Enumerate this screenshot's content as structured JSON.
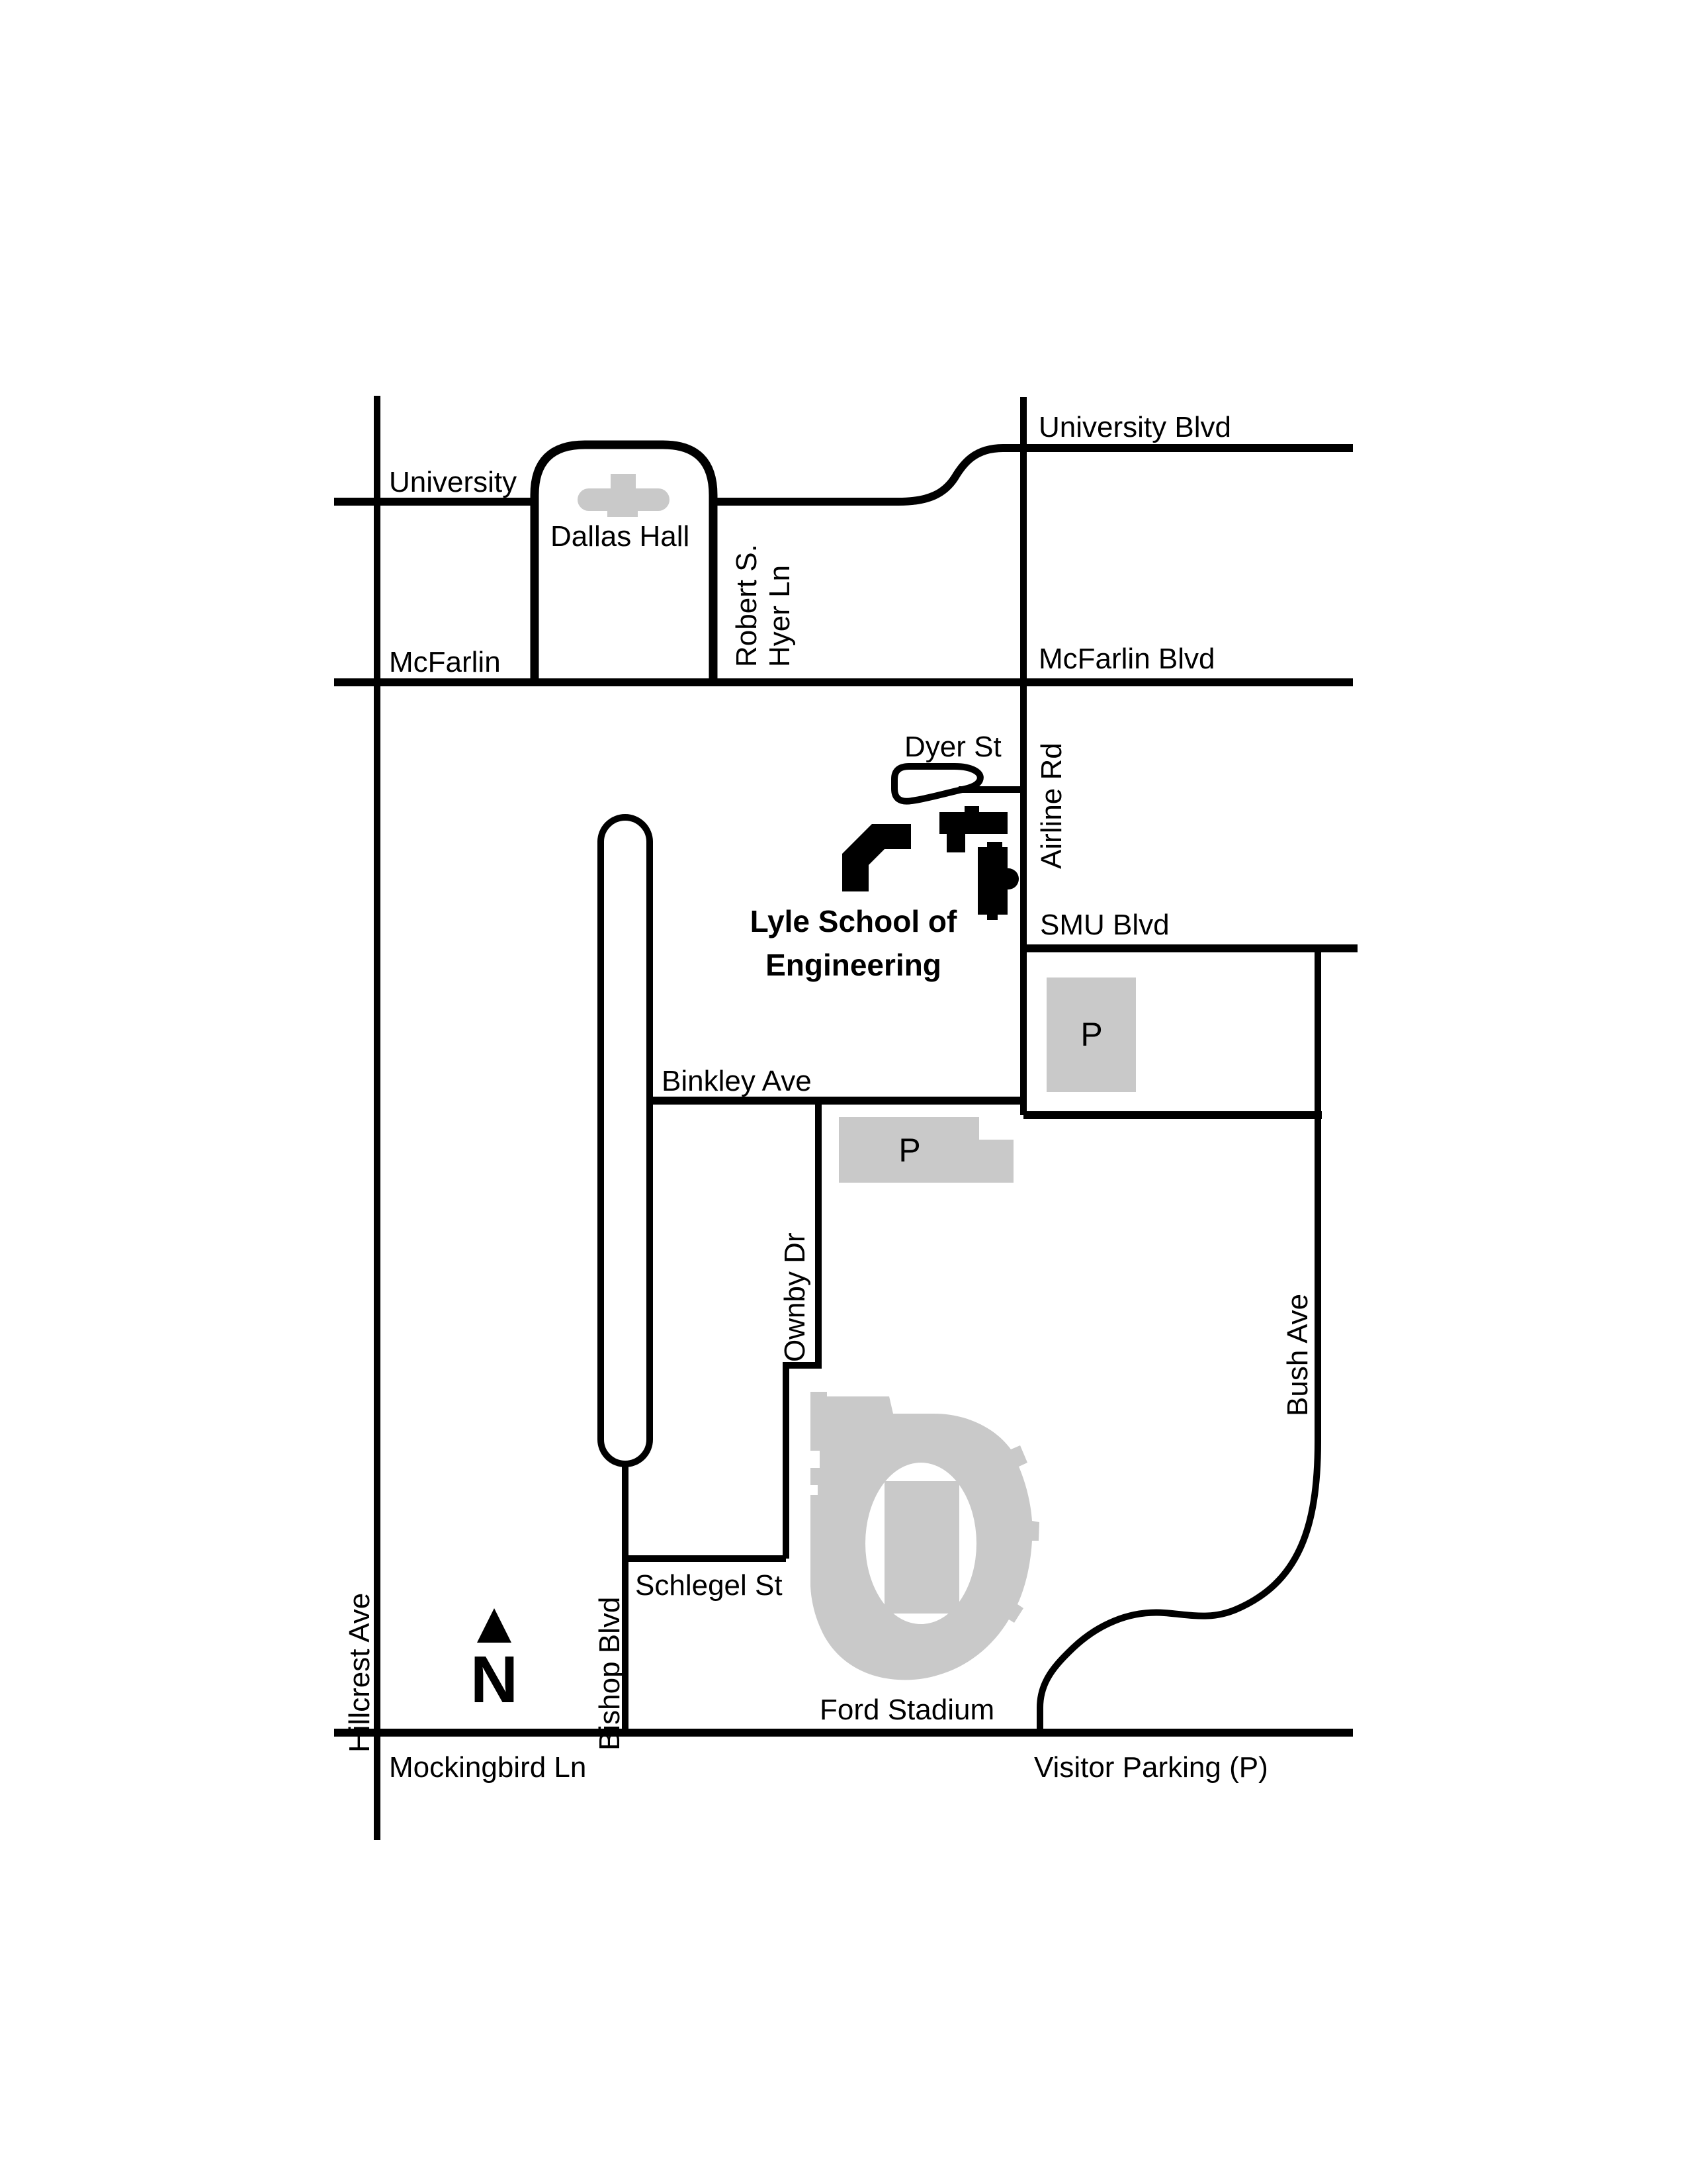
{
  "colors": {
    "line": "#000000",
    "building": "#000000",
    "gray": "#c9c9c9",
    "background": "#ffffff",
    "text": "#000000"
  },
  "streets": {
    "university_blvd": "University Blvd",
    "university": "University",
    "mcfarlin": "McFarlin",
    "mcfarlin_blvd": "McFarlin Blvd",
    "robert_s_hyer_line1": "Robert S.",
    "robert_s_hyer_line2": "Hyer Ln",
    "dyer_st": "Dyer St",
    "airline_rd": "Airline Rd",
    "smu_blvd": "SMU Blvd",
    "binkley_ave": "Binkley Ave",
    "ownby_dr": "Ownby Dr",
    "bush_ave": "Bush Ave",
    "schlegel_st": "Schlegel St",
    "bishop_blvd": "Bishop Blvd",
    "hillcrest_ave": "Hillcrest Ave",
    "mockingbird_ln": "Mockingbird Ln"
  },
  "landmarks": {
    "dallas_hall": "Dallas Hall",
    "lyle_school_line1": "Lyle School of",
    "lyle_school_line2": "Engineering",
    "ford_stadium": "Ford Stadium"
  },
  "parking": {
    "symbol": "P",
    "legend": "Visitor Parking (P)"
  },
  "compass": {
    "north": "N"
  }
}
